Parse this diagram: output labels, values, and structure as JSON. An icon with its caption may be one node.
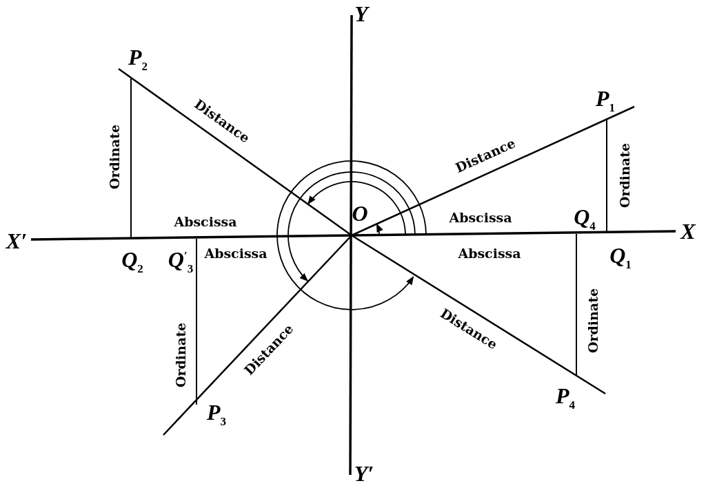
{
  "diagram": {
    "labels": [
      "Y",
      "P$_{2}$",
      "P$_{1}$",
      "Distance",
      "Ordinate",
      "Distance",
      "Ordinate",
      "O",
      "Abscissa",
      "Abscissa",
      "Q$_{4}$",
      "X′",
      "X",
      "Q$_{2}$",
      "Q$^{′}$$_{3}$",
      "Abscissa",
      "Abscissa",
      "Q$_{1}$",
      "Ordinate",
      "Distance",
      "Distance",
      "Ordinate",
      "P$_{3}$",
      "P$_{4}$",
      "Y′"
    ]
  }
}
